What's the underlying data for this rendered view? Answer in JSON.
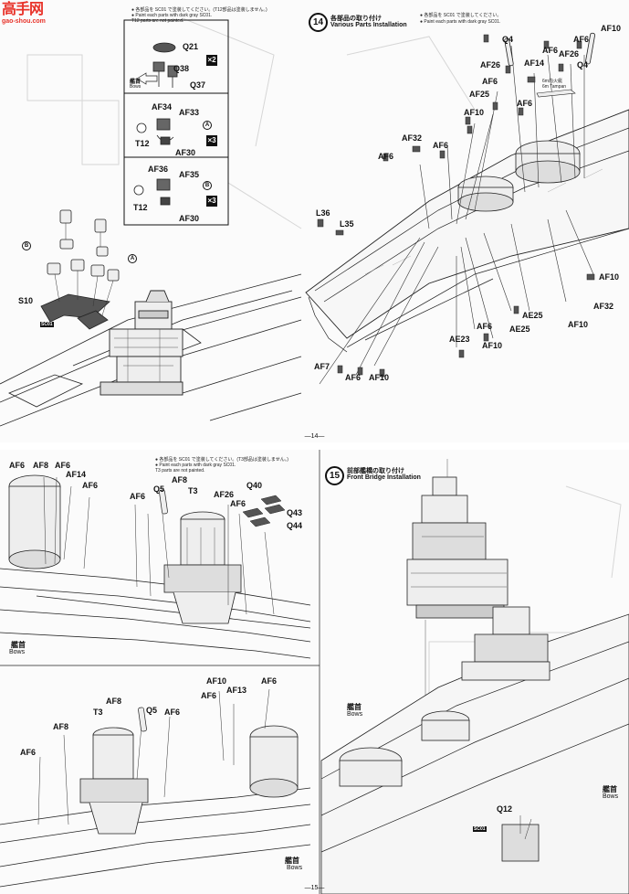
{
  "watermark": {
    "logo": "高手网",
    "site": "gao-shou.com"
  },
  "page14": {
    "page_number": "—14—",
    "note_ja": "● 各部品を SC01 で塗装してください。(T12部品は塗装しません。)",
    "note_en1": "● Paint each parts with dark gray SC01.",
    "note_en2": "T12 parts are not painted.",
    "step": {
      "number": "14",
      "title_ja": "各部品の取り付け",
      "title_en": "Various Parts Installation",
      "note_ja": "● 各部品を SC01 で塗装してください。",
      "note_en": "● Paint each parts with dark gray SC01."
    },
    "box1": {
      "labels": [
        "Q21",
        "Q38",
        "Q37"
      ],
      "mult": "×2",
      "bows_ja": "艦首",
      "bows_en": "Bows"
    },
    "box2": {
      "labels": [
        "AF34",
        "AF33",
        "T12",
        "AF30"
      ],
      "mult": "×3",
      "mark": "A"
    },
    "box3": {
      "labels": [
        "AF36",
        "AF35",
        "T12",
        "AF30"
      ],
      "mult": "×3",
      "mark": "B"
    },
    "left_labels": [
      "S10",
      "SC01"
    ],
    "marks": [
      "A",
      "B"
    ],
    "right_labels": [
      "Q4",
      "AF6",
      "AF6",
      "AF10",
      "AF26",
      "AF14",
      "AF26",
      "Q4",
      "AF6",
      "AF25",
      "AF6",
      "AF10",
      "AF32",
      "AF6",
      "AF6",
      "L36",
      "L35",
      "AF10",
      "AF32",
      "AE25",
      "AF6",
      "AE25",
      "AF10",
      "AF10",
      "AE23",
      "AF7",
      "AF6",
      "AF10"
    ],
    "launch_ja": "6m内火艇",
    "launch_en": "6m Tampan"
  },
  "page15": {
    "page_number": "—15—",
    "note_ja": "● 各部品を SC01 で塗装してください。(T3部品は塗装しません。)",
    "note_en1": "● Paint each parts with dark gray SC01.",
    "note_en2": "T3 parts are not painted.",
    "step": {
      "number": "15",
      "title_ja": "前部艦橋の取り付け",
      "title_en": "Front Bridge Installation"
    },
    "top_labels": [
      "AF6",
      "AF8",
      "AF6",
      "AF14",
      "AF6",
      "AF6",
      "AF8",
      "Q5",
      "T3",
      "AF26",
      "AF6",
      "Q40",
      "Q43",
      "Q44"
    ],
    "bottom_labels": [
      "AF10",
      "AF6",
      "AF13",
      "AF6",
      "AF8",
      "T3",
      "Q5",
      "AF6",
      "AF8",
      "AF6"
    ],
    "right_labels": [
      "Q12",
      "SC01"
    ],
    "bows": [
      {
        "ja": "艦首",
        "en": "Bows"
      },
      {
        "ja": "艦首",
        "en": "Bows"
      },
      {
        "ja": "艦首",
        "en": "Bows"
      },
      {
        "ja": "艦首",
        "en": "Bows"
      }
    ]
  }
}
